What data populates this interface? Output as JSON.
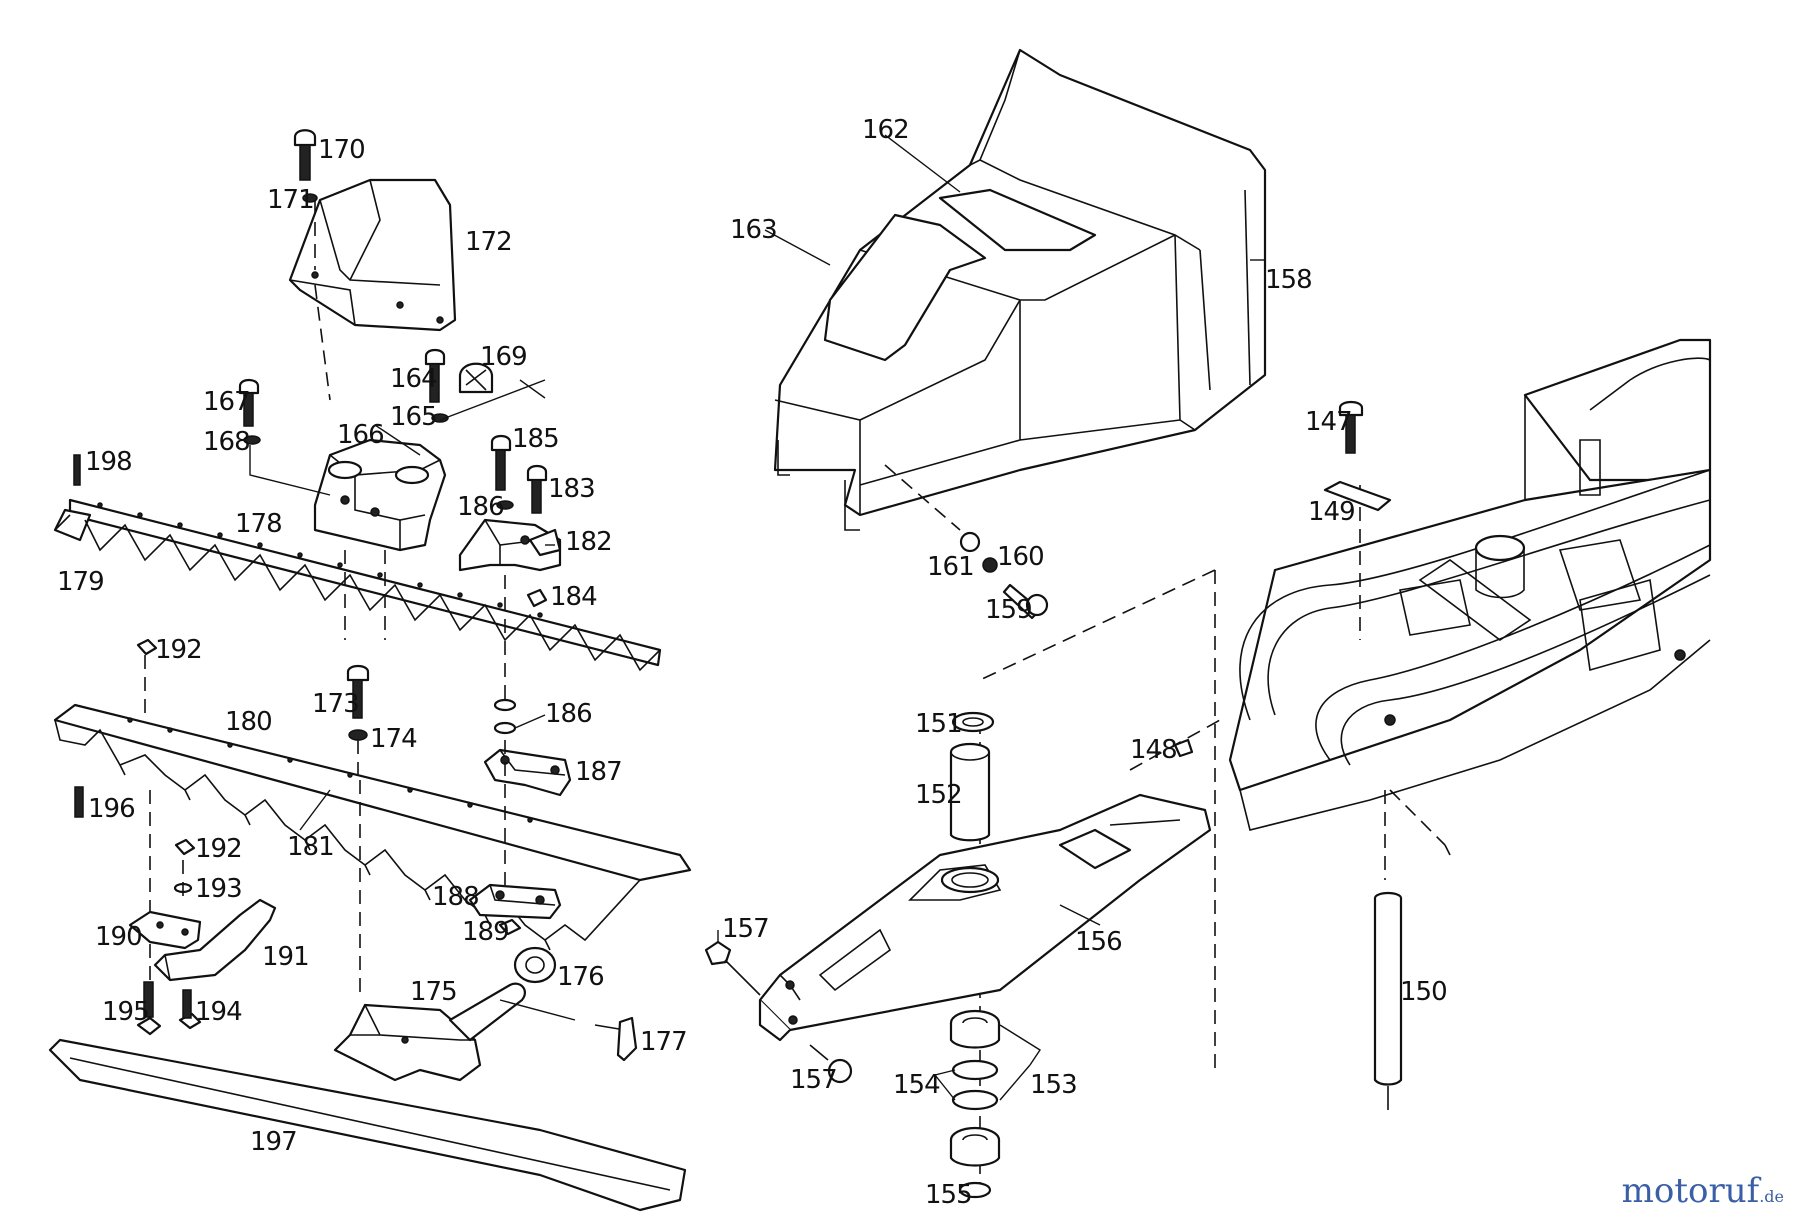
{
  "watermark": {
    "brand": "motoruf",
    "domain": ".de"
  },
  "labels": [
    "147",
    "148",
    "149",
    "150",
    "151",
    "152",
    "153",
    "154",
    "155",
    "156",
    "157",
    "158",
    "159",
    "160",
    "161",
    "162",
    "163",
    "164",
    "165",
    "166",
    "167",
    "168",
    "169",
    "170",
    "171",
    "172",
    "173",
    "174",
    "175",
    "176",
    "177",
    "178",
    "179",
    "180",
    "181",
    "182",
    "183",
    "184",
    "185",
    "186",
    "187",
    "188",
    "189",
    "190",
    "191",
    "192",
    "193",
    "194",
    "195",
    "196",
    "197",
    "198"
  ]
}
